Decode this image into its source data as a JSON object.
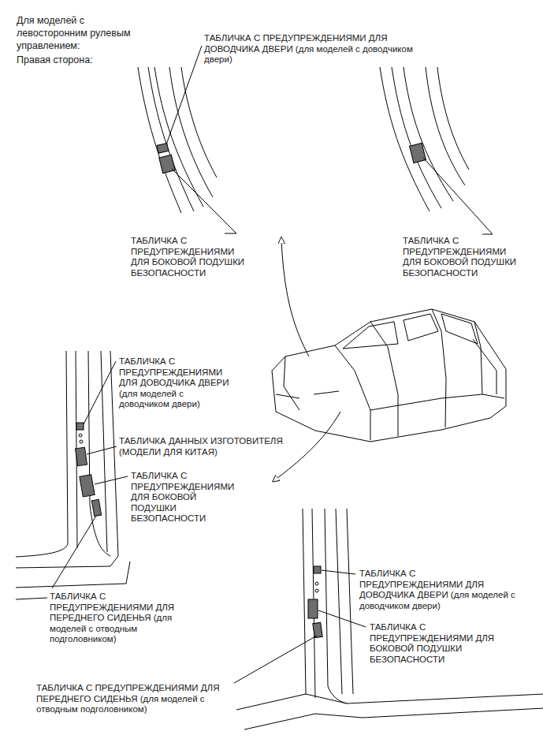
{
  "diagram": {
    "labels": [
      "Для моделей с левосторонним рулевым управлением:",
      "Правая сторона:",
      "ТАБЛИЧКА С ПРЕДУПРЕЖДЕНИЯМИ ДЛЯ ДОВОДЧИКА ДВЕРИ (для моделей с доводчиком двери)",
      "ТАБЛИЧКА С ПРЕДУПРЕЖДЕНИЯМИ ДЛЯ БОКОВОЙ ПОДУШКИ БЕЗОПАСНОСТИ",
      "ТАБЛИЧКА С ПРЕДУПРЕЖДЕНИЯМИ ДЛЯ БОКОВОЙ ПОДУШКИ БЕЗОПАСНОСТИ",
      "ТАБЛИЧКА С ПРЕДУПРЕЖДЕНИЯМИ ДЛЯ ДОВОДЧИКА ДВЕРИ (для моделей с доводчиком двери)",
      "ТАБЛИЧКА ДАННЫХ ИЗГОТОВИТЕЛЯ (МОДЕЛИ ДЛЯ КИТАЯ)",
      "ТАБЛИЧКА С ПРЕДУПРЕЖДЕНИЯМИ ДЛЯ БОКОВОЙ ПОДУШКИ БЕЗОПАСНОСТИ",
      "ТАБЛИЧКА С ПРЕДУПРЕЖДЕНИЯМИ ДЛЯ ПЕРЕДНЕГО СИДЕНЬЯ (для моделей с отводным подголовником)",
      "ТАБЛИЧКА С ПРЕДУПРЕЖДЕНИЯМИ ДЛЯ ДОВОДЧИКА ДВЕРИ (для моделей с доводчиком двери)",
      "ТАБЛИЧКА С ПРЕДУПРЕЖДЕНИЯМИ ДЛЯ БОКОВОЙ ПОДУШКИ БЕЗОПАСНОСТИ",
      "ТАБЛИЧКА С ПРЕДУПРЕЖДЕНИЯМИ ДЛЯ ПЕРЕДНЕГО СИДЕНЬЯ (для моделей с отводным подголовником)"
    ]
  }
}
